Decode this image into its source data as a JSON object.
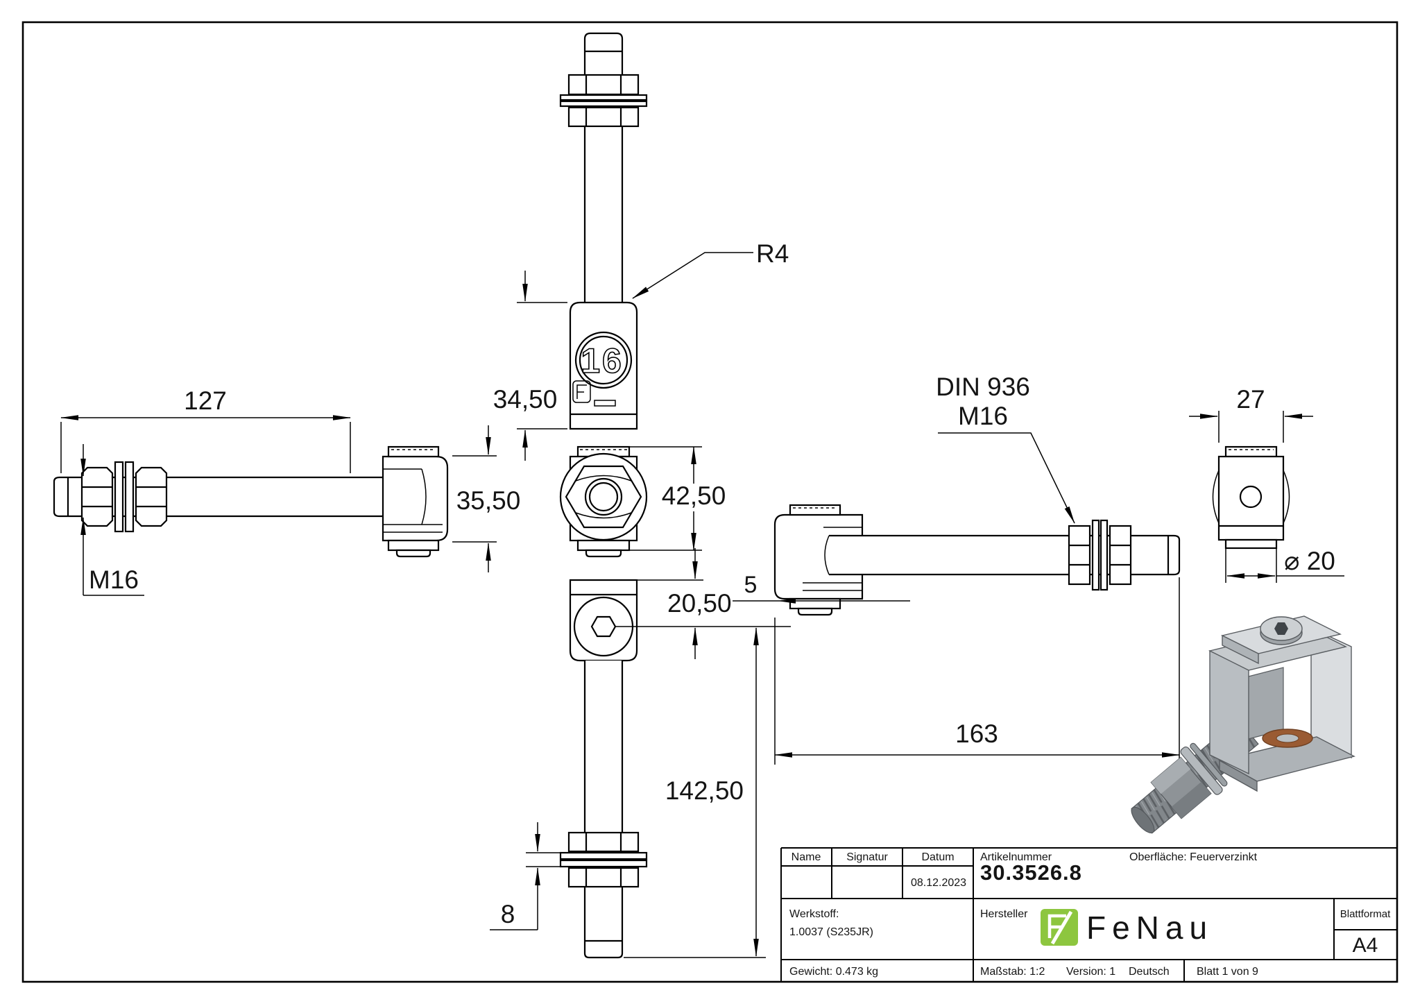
{
  "drawing": {
    "labels": {
      "dim_127": "127",
      "thread_m16": "M16",
      "dim_34_50": "34,50",
      "dim_35_50": "35,50",
      "dim_42_50": "42,50",
      "dim_20_50": "20,50",
      "dim_142_50": "142,50",
      "dim_8": "8",
      "radius_r4": "R4",
      "din_936": "DIN 936",
      "din_m16": "M16",
      "dim_163": "163",
      "dim_5": "5",
      "dim_27": "27",
      "dia_20": "⌀ 20",
      "stamp_size": "16"
    }
  },
  "title_block": {
    "name_label": "Name",
    "signatur_label": "Signatur",
    "datum_label": "Datum",
    "datum_value": "08.12.2023",
    "artikelnummer_label": "Artikelnummer",
    "artikelnummer_value": "30.3526.8",
    "oberflaeche": "Oberfläche: Feuerverzinkt",
    "werkstoff_label": "Werkstoff:",
    "werkstoff_value": "1.0037 (S235JR)",
    "hersteller_label": "Hersteller",
    "blattformat_label": "Blattformat",
    "blattformat_value": "A4",
    "gewicht": "Gewicht: 0.473 kg",
    "massstab": "Maßstab: 1:2",
    "version": "Version: 1",
    "sprache": "Deutsch",
    "blatt": "Blatt 1 von 9",
    "logo_text": "FeNau"
  },
  "colors": {
    "line": "#000000",
    "logo_green": "#8dc63f",
    "logo_gray": "#5d6165",
    "washer_brown": "#9a5b33"
  }
}
